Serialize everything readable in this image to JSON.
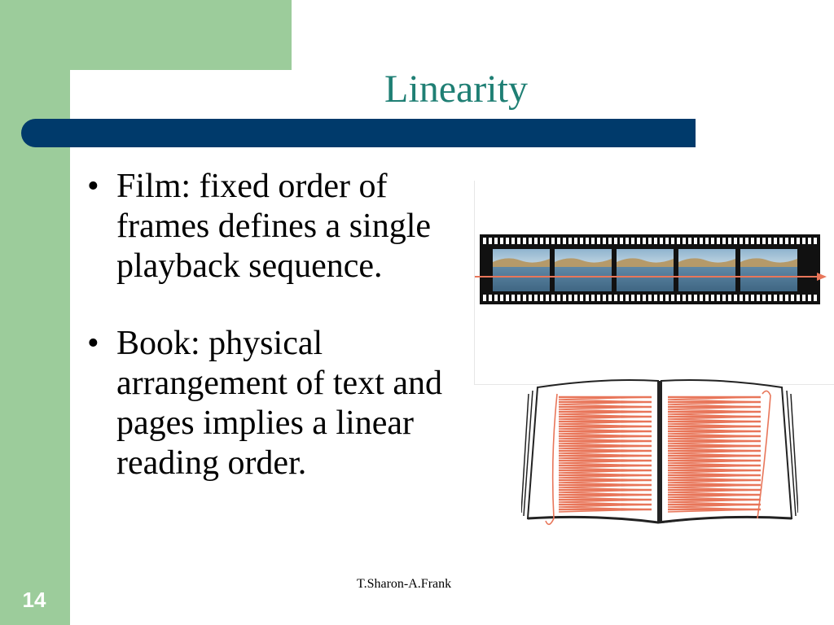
{
  "slide": {
    "title": "Linearity",
    "bullets": [
      "Film: fixed order of frames defines a single playback sequence.",
      "Book: physical arrangement of text and pages implies a linear reading order."
    ],
    "bullet_glyph": "•",
    "number": "14",
    "footer": "T.Sharon-A.Frank"
  },
  "colors": {
    "frame_green": "#9ccc9b",
    "title_bar": "#003a6b",
    "title_text": "#1f7f74",
    "reading_line": "#e8765a"
  }
}
